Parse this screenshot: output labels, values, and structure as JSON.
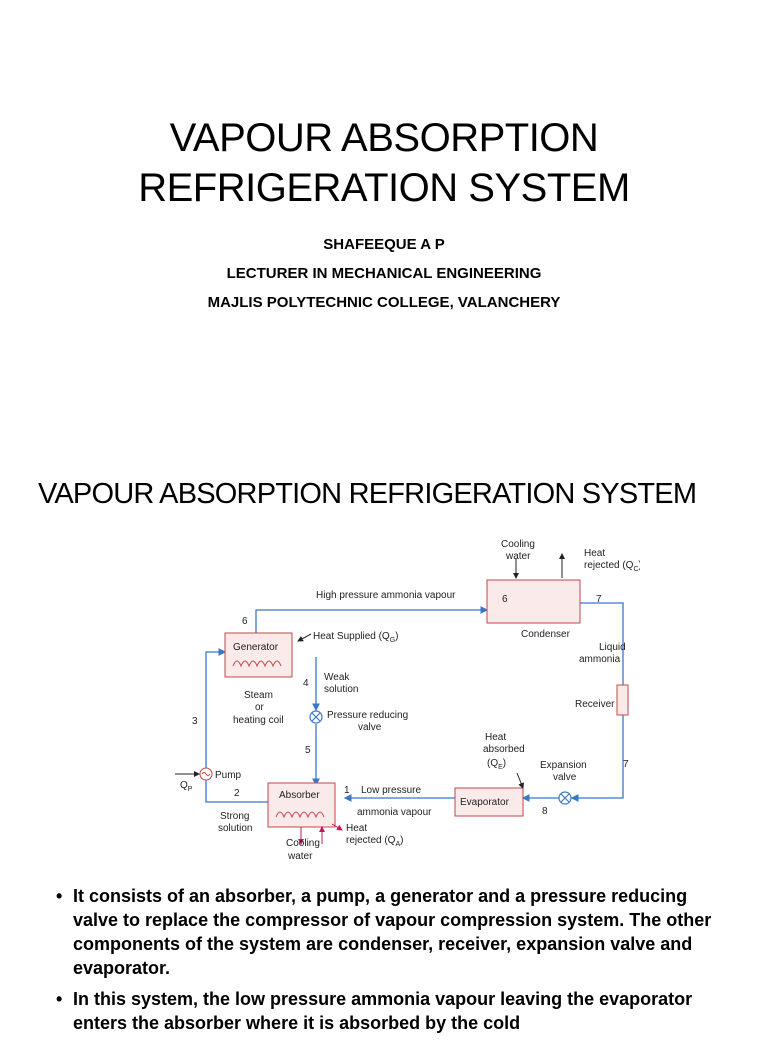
{
  "slide1": {
    "title_line1": "VAPOUR ABSORPTION",
    "title_line2": "REFRIGERATION SYSTEM",
    "author": "SHAFEEQUE A P",
    "position": "LECTURER IN MECHANICAL ENGINEERING",
    "institution": "MAJLIS POLYTECHNIC COLLEGE, VALANCHERY"
  },
  "slide2": {
    "title": "VAPOUR ABSORPTION REFRIGERATION SYSTEM",
    "diagram": {
      "cooling_water_top_1": "Cooling",
      "cooling_water_top_2": "water",
      "heat_rejected_top_1": "Heat",
      "heat_rejected_top_2": "rejected (Q",
      "heat_rejected_top_sub": "C",
      "high_pressure": "High pressure ammonia vapour",
      "n6_left": "6",
      "n6_right": "6",
      "n7_top": "7",
      "condenser": "Condenser",
      "liquid_1": "Liquid",
      "liquid_2": "ammonia",
      "receiver": "Receiver",
      "n7_right": "7",
      "generator": "Generator",
      "heat_supplied": "Heat Supplied (Q",
      "heat_supplied_sub": "G",
      "n4": "4",
      "weak_1": "Weak",
      "weak_2": "solution",
      "steam_1": "Steam",
      "steam_2": "or",
      "steam_3": "heating coil",
      "prv_1": "Pressure reducing",
      "prv_2": "valve",
      "n3": "3",
      "n5": "5",
      "heat_absorbed_1": "Heat",
      "heat_absorbed_2": "absorbed",
      "heat_absorbed_3": "(Q",
      "heat_absorbed_sub": "E",
      "expansion_1": "Expansion",
      "expansion_2": "valve",
      "qp": "Q",
      "qp_sub": "P",
      "pump": "Pump",
      "n2": "2",
      "absorber": "Absorber",
      "n1": "1",
      "low_pressure_1": "Low pressure",
      "low_pressure_2": "ammonia vapour",
      "evaporator": "Evaporator",
      "n8": "8",
      "strong_1": "Strong",
      "strong_2": "solution",
      "cooling_bottom_1": "Cooling",
      "cooling_bottom_2": "water",
      "heat_rejected_bottom_1": "Heat",
      "heat_rejected_bottom_2": "rejected (Q",
      "heat_rejected_bottom_sub": "A"
    },
    "bullets": [
      "It consists of an absorber, a pump, a generator and a pressure reducing valve to replace the compressor of vapour compression system. The other components of the system are condenser, receiver, expansion valve and evaporator.",
      "In this system, the low pressure ammonia vapour leaving the evaporator enters the absorber where it is absorbed by the cold"
    ],
    "bullet_symbol": "•"
  },
  "colors": {
    "line": "#3a78c6",
    "box_stroke": "#c0474a",
    "box_fill": "#fbeaea",
    "accent_arrow": "#c2185b"
  }
}
